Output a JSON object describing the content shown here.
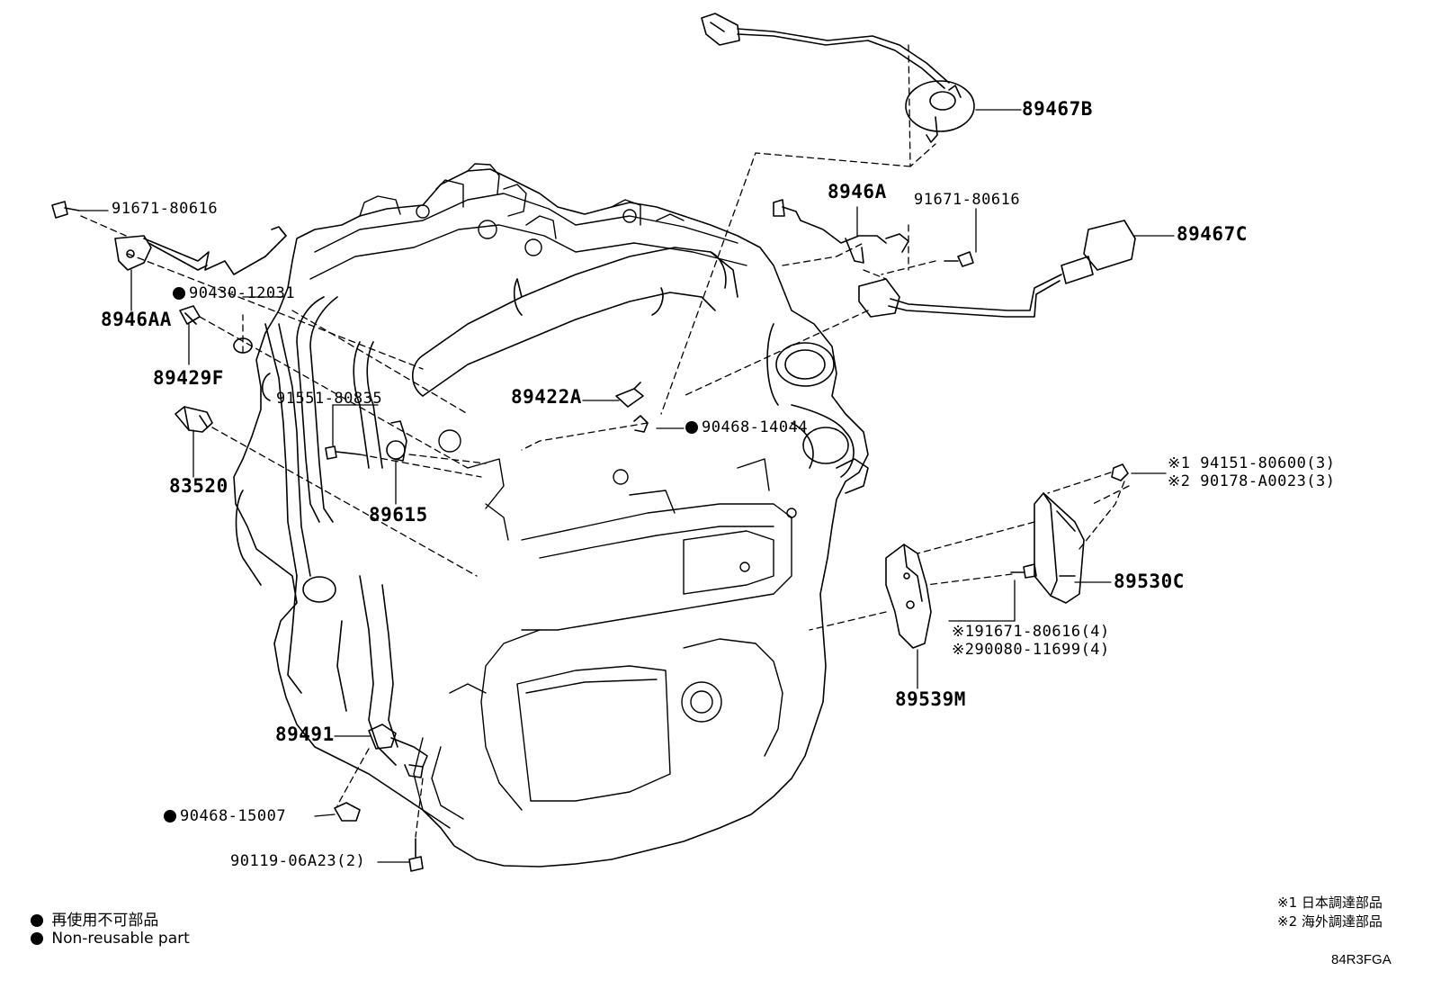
{
  "parts": {
    "p91671_tl": "91671-80616",
    "p8946AA": "8946AA",
    "p90430": "90430-12031",
    "p89429F": "89429F",
    "p91551": "91551-80835",
    "p83520": "83520",
    "p89615": "89615",
    "p89422A": "89422A",
    "p90468_14044": "90468-14044",
    "p89467B": "89467B",
    "p8946A": "8946A",
    "p91671_tr": "91671-80616",
    "p89467C": "89467C",
    "p94151": "※1 94151-80600(3)",
    "p90178": "※2 90178-A0023(3)",
    "p89530C": "89530C",
    "p91671_4": "※191671-80616(4)",
    "p90080": "※290080-11699(4)",
    "p89539M": "89539M",
    "p89491": "89491",
    "p90468_15007": "90468-15007",
    "p90119": "90119-06A23(2)"
  },
  "legend": {
    "jp": "再使用不可部品",
    "en": "Non-reusable part"
  },
  "notes": {
    "n1": "※1 日本調達部品",
    "n2": "※2 海外調達部品"
  },
  "figure_code": "84R3FGA"
}
